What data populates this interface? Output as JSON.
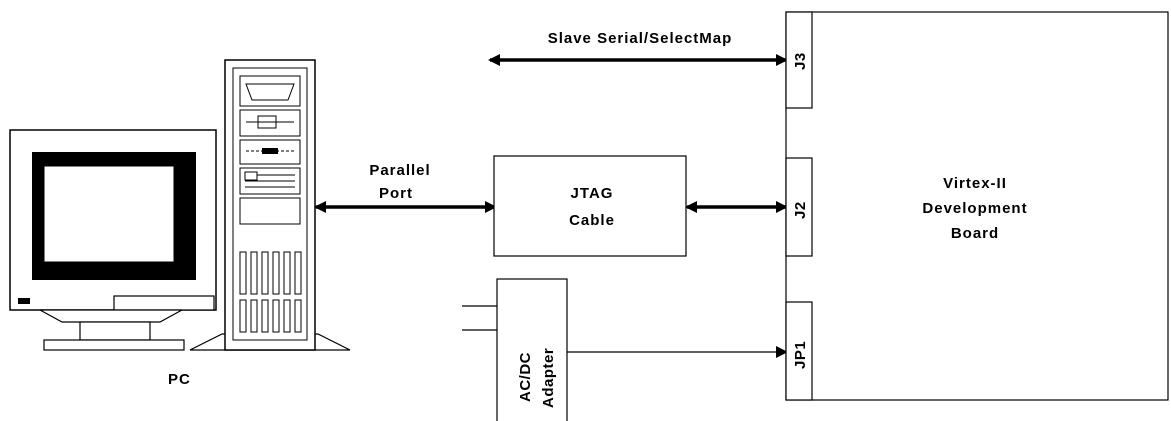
{
  "diagram": {
    "pc_label": "PC",
    "parallel_port_label_line1": "Parallel",
    "parallel_port_label_line2": "Port",
    "jtag_line1": "JTAG",
    "jtag_line2": "Cable",
    "slave_serial_label": "Slave Serial/SelectMap",
    "board_line1": "Virtex-II",
    "board_line2": "Development",
    "board_line3": "Board",
    "adapter_line1": "AC/DC",
    "adapter_line2": "Adapter",
    "connector_j3": "J3",
    "connector_j2": "J2",
    "connector_jp1": "JP1"
  }
}
